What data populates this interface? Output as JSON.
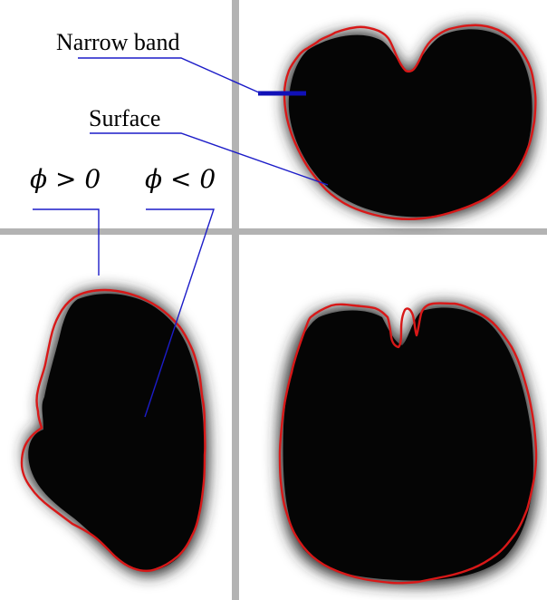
{
  "labels": {
    "narrow_band": "Narrow band",
    "surface": "Surface",
    "phi_positive": "ϕ > 0",
    "phi_negative": "ϕ < 0"
  },
  "colors": {
    "background": "#ffffff",
    "divider": "#b3b3b3",
    "region": "#050505",
    "contour": "#d81818",
    "leader": "#1c1cc8",
    "band_marker": "#1010b8",
    "text": "#000000"
  }
}
